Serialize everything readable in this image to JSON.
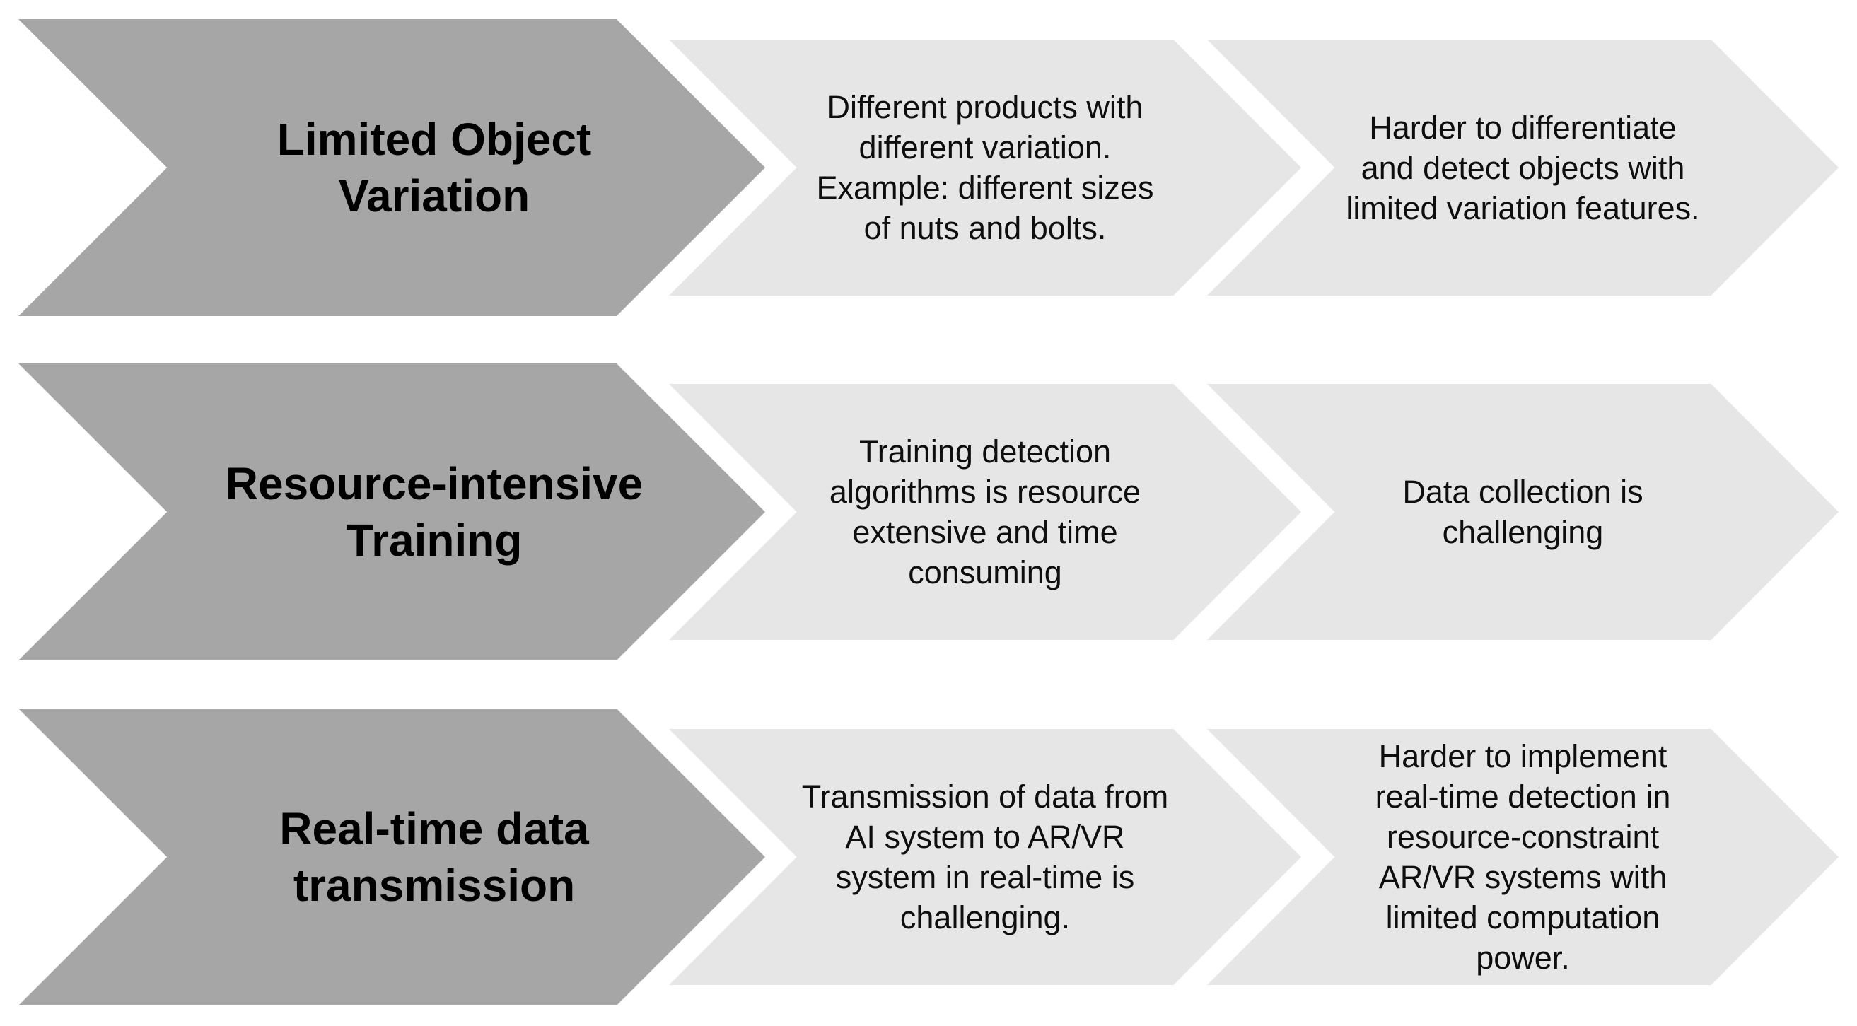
{
  "diagram": {
    "type": "chevron-process",
    "colors": {
      "title_chevron_fill": "#a6a6a6",
      "detail_chevron_fill": "#e7e6e6",
      "background": "#ffffff",
      "title_text": "#000000",
      "body_text": "#0e0e0e"
    },
    "rows": [
      {
        "title_lines": [
          "Limited Object",
          "Variation"
        ],
        "cause_lines": [
          "Different products with",
          "different variation.",
          "Example: different sizes",
          "of nuts and bolts."
        ],
        "effect_lines": [
          "Harder to differentiate",
          "and detect objects with",
          "limited variation features."
        ]
      },
      {
        "title_lines": [
          "Resource-intensive",
          "Training"
        ],
        "cause_lines": [
          "Training detection",
          "algorithms is resource",
          "extensive and time",
          "consuming"
        ],
        "effect_lines": [
          "Data collection is",
          "challenging"
        ]
      },
      {
        "title_lines": [
          "Real-time data",
          "transmission"
        ],
        "cause_lines": [
          "Transmission of data from",
          "AI system to AR/VR",
          "system in real-time is",
          "challenging."
        ],
        "effect_lines": [
          "Harder to implement",
          "real-time detection in",
          "resource-constraint",
          "AR/VR systems with",
          "limited computation",
          "power."
        ]
      }
    ]
  }
}
